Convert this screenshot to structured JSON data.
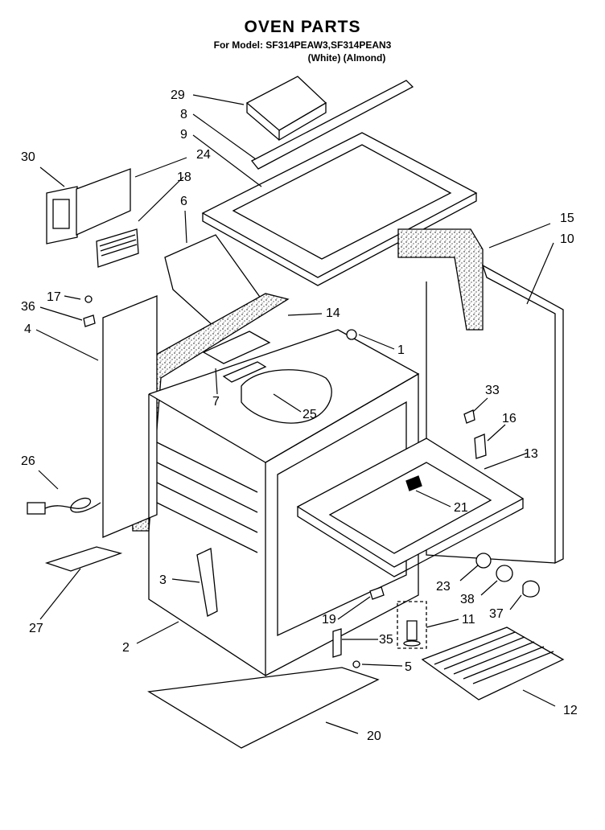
{
  "header": {
    "title": "OVEN PARTS",
    "model_line": "For Model: SF314PEAW3,SF314PEAN3",
    "color_line": "(White)   (Almond)"
  },
  "callouts": [
    "29",
    "8",
    "9",
    "30",
    "24",
    "18",
    "6",
    "17",
    "36",
    "4",
    "14",
    "15",
    "10",
    "1",
    "7",
    "25",
    "33",
    "16",
    "13",
    "26",
    "21",
    "27",
    "3",
    "23",
    "38",
    "37",
    "19",
    "11",
    "35",
    "2",
    "5",
    "12",
    "20"
  ]
}
